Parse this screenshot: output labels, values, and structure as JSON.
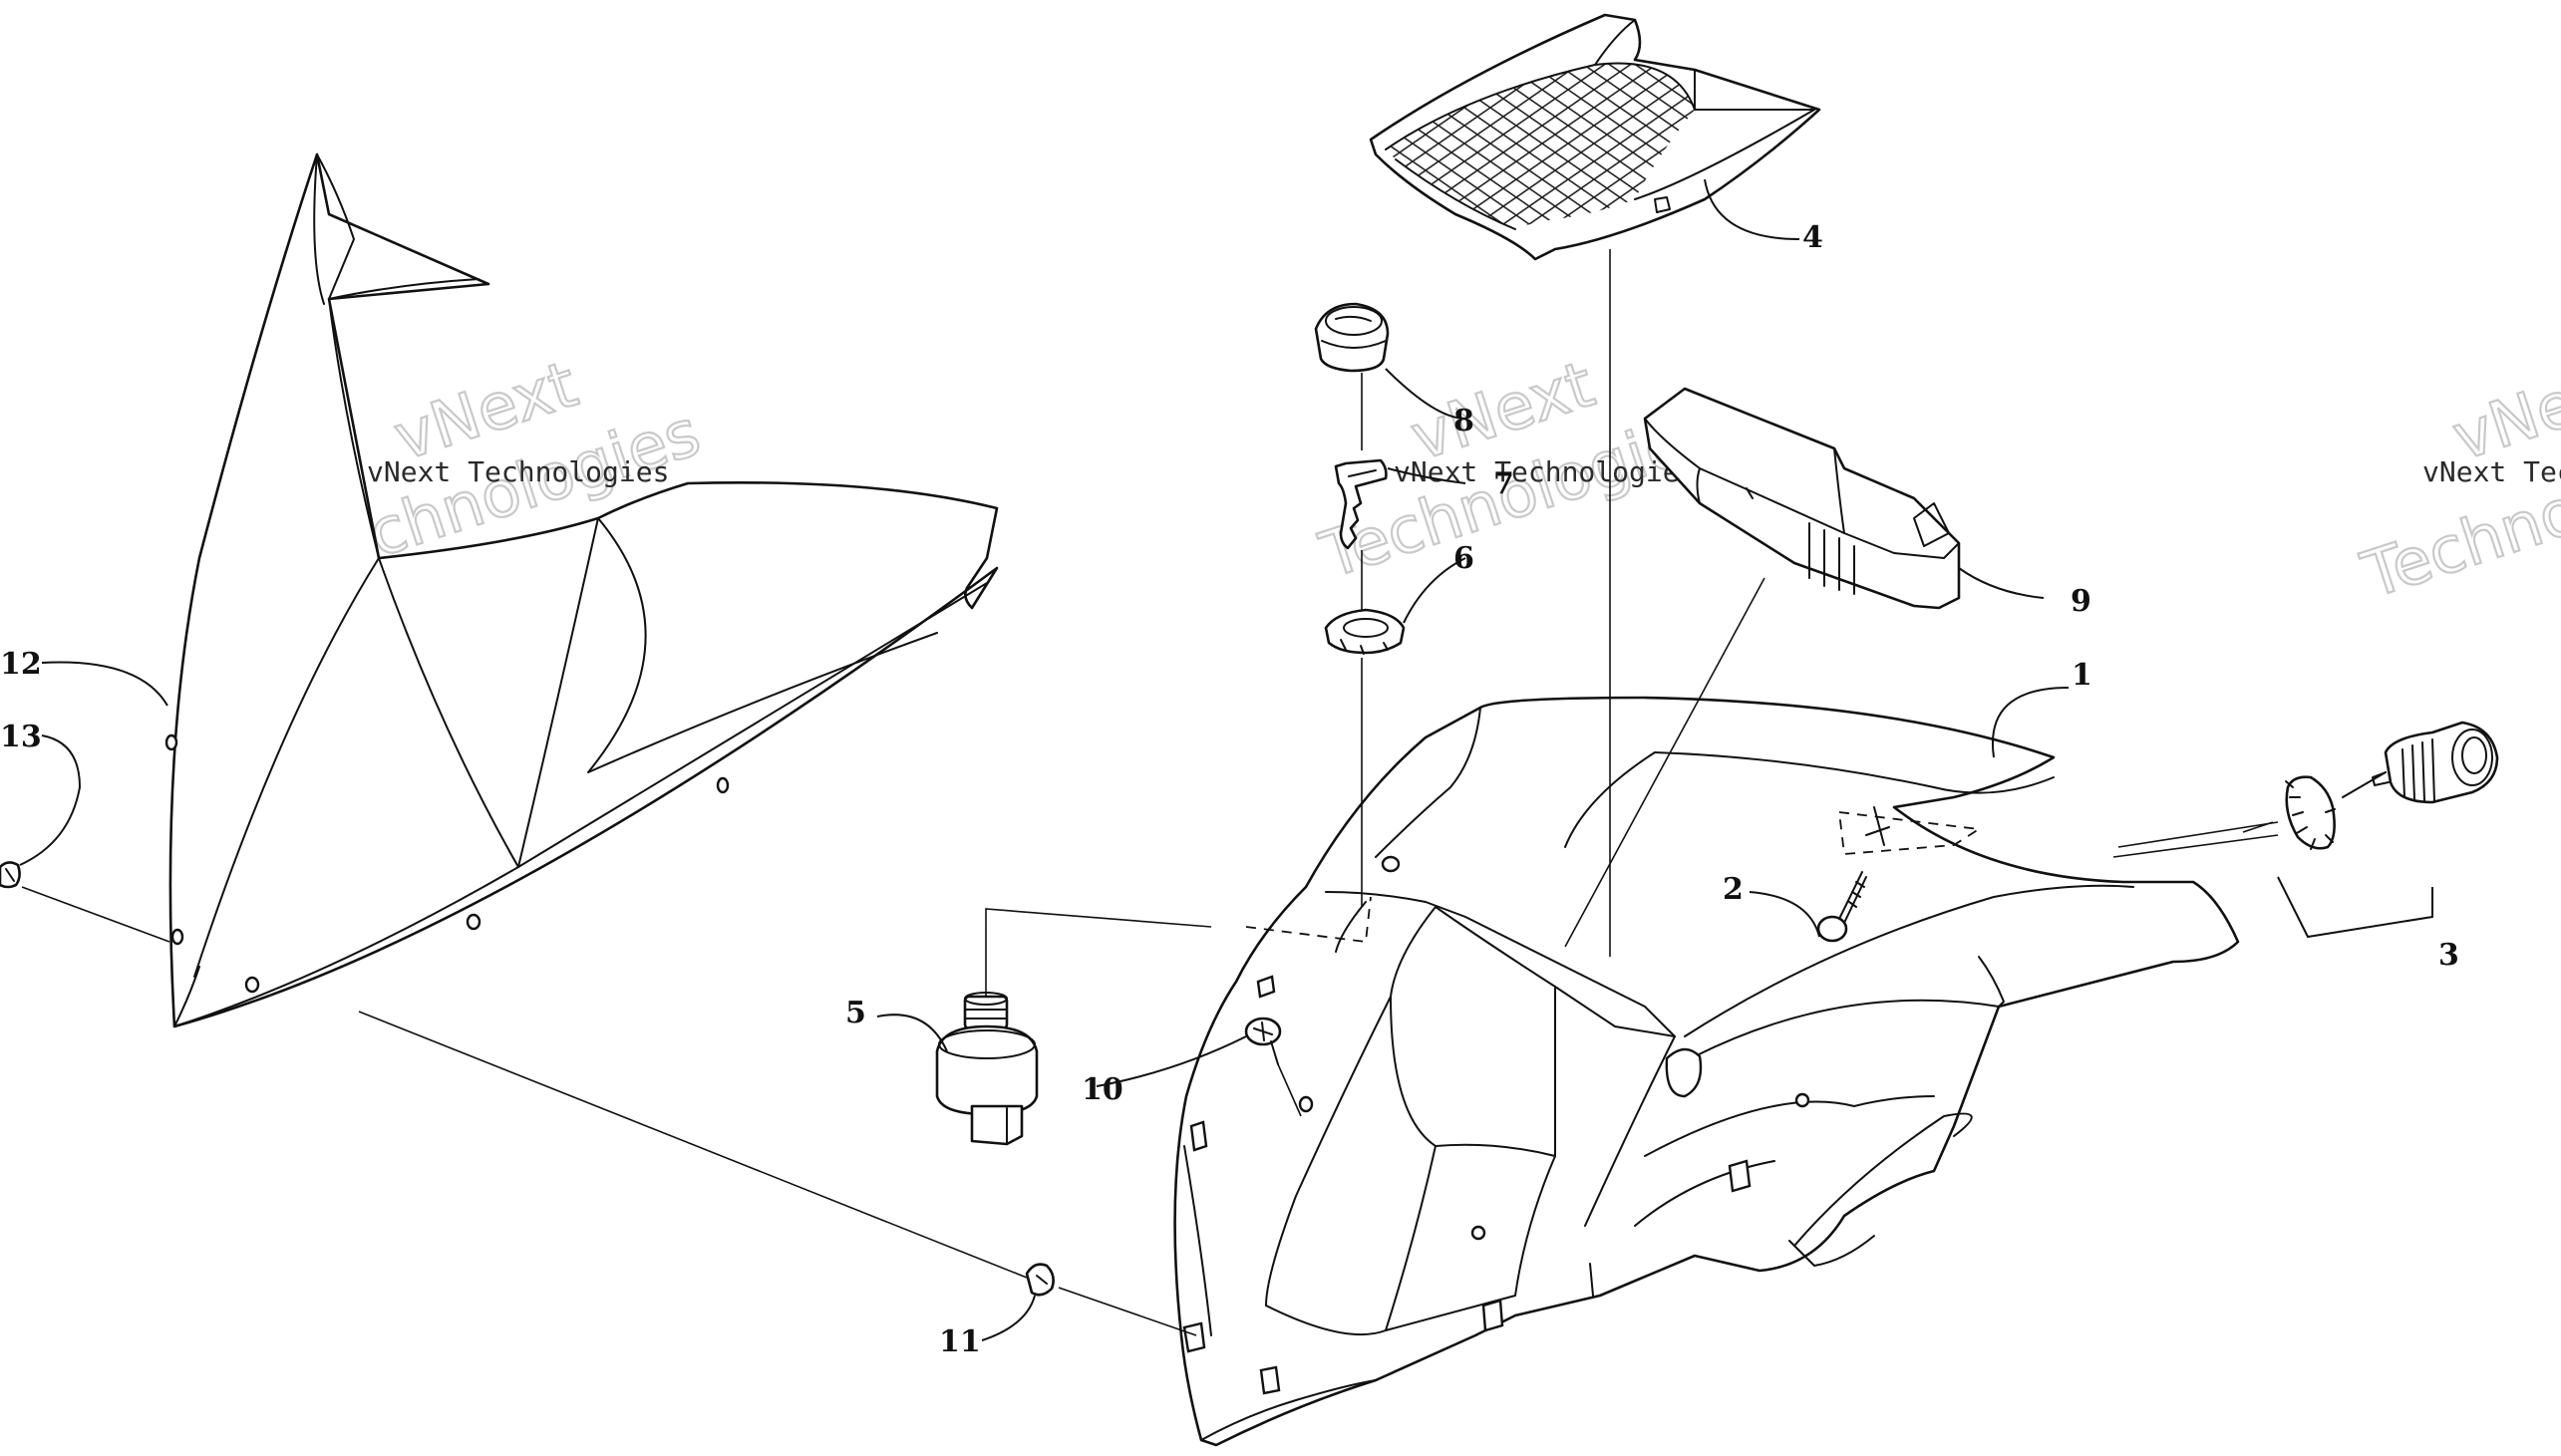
{
  "watermark": {
    "line1": "vNext",
    "line2": "Technologies",
    "caption": "vNext Technologies",
    "caption_cut": "vNext Tec",
    "line2_cut": "Techno",
    "line1_cut": "vNe"
  },
  "callouts": {
    "c1": "1",
    "c2": "2",
    "c3": "3",
    "c4": "4",
    "c5": "5",
    "c6": "6",
    "c7": "7",
    "c8": "8",
    "c9": "9",
    "c10": "10",
    "c11": "11",
    "c12": "12",
    "c13": "13"
  },
  "colors": {
    "line": "#111111",
    "watermark": "#c9c9c9",
    "background": "#ffffff"
  }
}
